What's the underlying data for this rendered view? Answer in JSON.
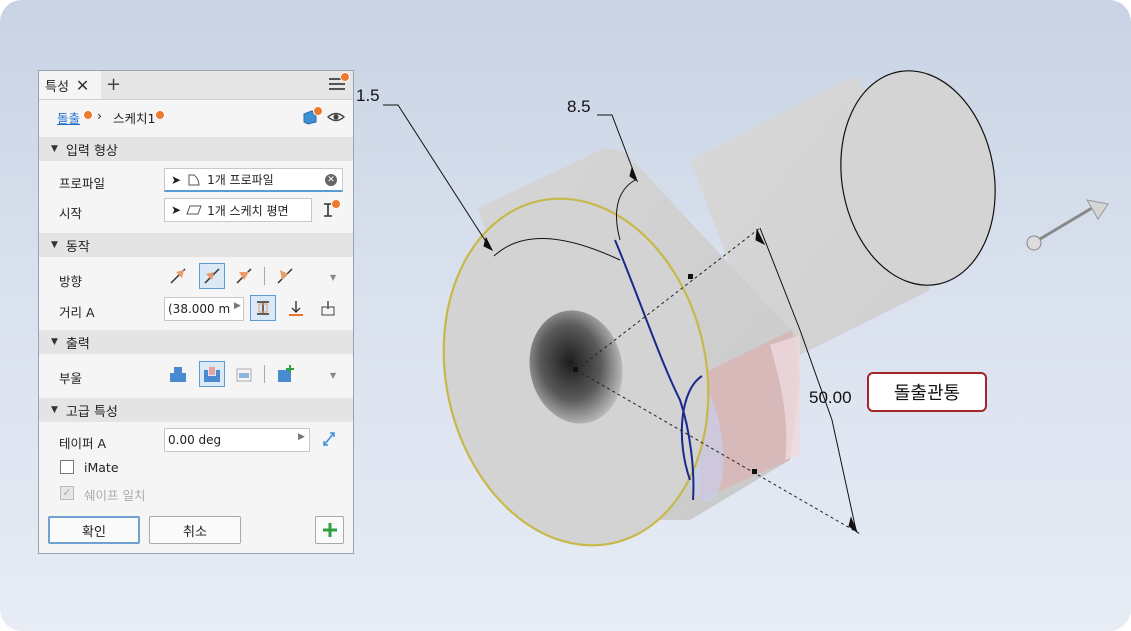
{
  "dimensions": {
    "d1": "1.5",
    "d2": "8.5",
    "d3": "50.00"
  },
  "callout": "돌출관통",
  "icons": [
    "select-cursor-icon",
    "profile-icon",
    "sketch-plane-icon",
    "clear-icon",
    "direction-icon",
    "join-icon",
    "cut-icon",
    "intersect-icon",
    "new-solid-icon",
    "visibility-icon",
    "menu-icon",
    "add-icon",
    "3d-gizmo-icon",
    "extents-icon"
  ],
  "panel": {
    "tab_label": "특성",
    "breadcrumb": {
      "first": "돌출",
      "separator": "›",
      "second": "스케치1"
    },
    "sections": {
      "input": "입력 형상",
      "behavior": "동작",
      "output": "출력",
      "advanced": "고급 특성"
    },
    "rows": {
      "profile_label": "프로파일",
      "profile_value": "1개 프로파일",
      "start_label": "시작",
      "start_value": "1개 스케치 평면",
      "direction_label": "방향",
      "distance_label": "거리 A",
      "distance_value": "(38.000 m",
      "boolean_label": "부울",
      "taper_label": "테이퍼 A",
      "taper_value": "0.00 deg",
      "imate_label": "iMate",
      "shape_match_label": "쉐이프 일치"
    },
    "imate_checked": false,
    "shape_match_checked": true,
    "buttons": {
      "ok": "확인",
      "cancel": "취소"
    }
  },
  "colors": {
    "accent": "#ee7a2e",
    "selection": "#5a9bd5",
    "callout_border": "#a3242a"
  }
}
